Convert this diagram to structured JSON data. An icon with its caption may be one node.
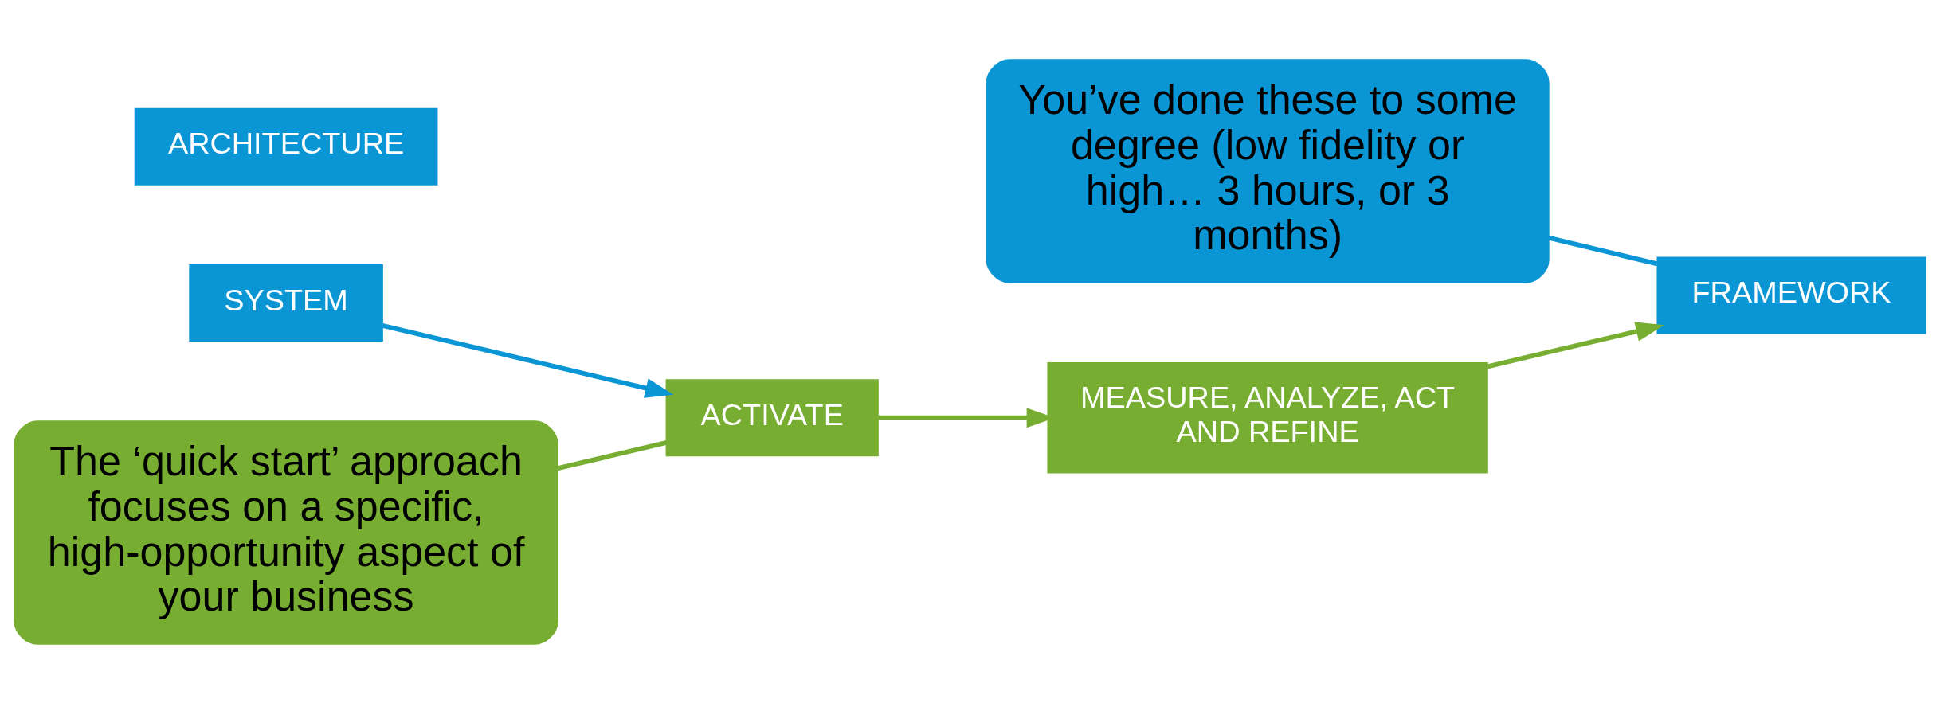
{
  "diagram": {
    "nodes": [
      {
        "text": [
          "You’ve done these to some degree (low fidelity or high… 3 hours, or 3 months)"
        ]
      },
      {
        "text": [
          "FRAMEWORK"
        ]
      },
      {
        "text": [
          "ARCHITECTURE"
        ]
      },
      {
        "text": [
          "SYSTEM"
        ]
      },
      {
        "text": [
          "ACTIVATE"
        ]
      },
      {
        "text": [
          "MEASURE, ANALYZE, ACT AND REFINE"
        ]
      },
      {
        "text": [
          "The ‘quick start’ approach focuses on a specific, high-opportunity aspect of your business"
        ]
      }
    ],
    "edges": [
      {
        "from": 0,
        "to": 1,
        "arrow": "none",
        "color": "#0a96d4"
      },
      {
        "from": 3,
        "to": 4,
        "arrow": "to",
        "color": "#0a96d4"
      },
      {
        "from": 4,
        "to": 5,
        "arrow": "to"
      },
      {
        "from": 5,
        "to": 1,
        "arrow": "to"
      },
      {
        "from": 6,
        "to": 4,
        "arrow": "none"
      }
    ]
  }
}
